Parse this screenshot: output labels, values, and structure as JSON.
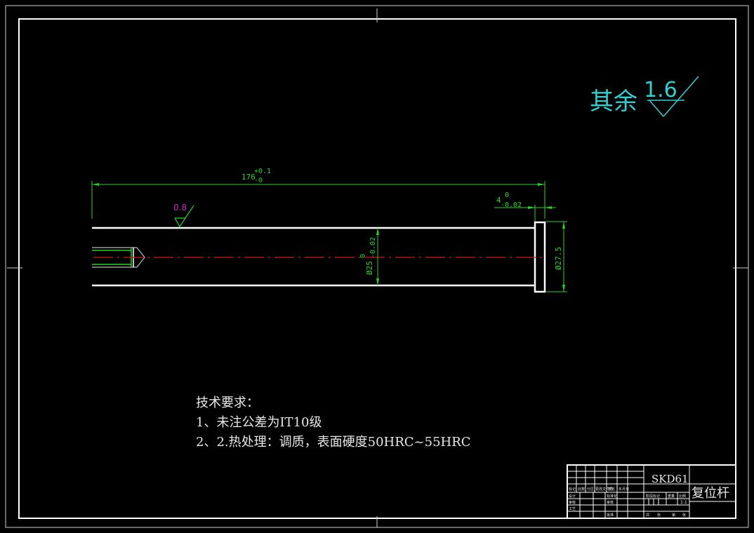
{
  "surface_note": {
    "prefix": "其余",
    "roughness": "1.6"
  },
  "dimensions": {
    "overall_length": {
      "nominal": "176",
      "upper": "+0.1",
      "lower": "-0"
    },
    "head_thickness": {
      "nominal": "4",
      "upper": "0",
      "lower": "-0.02"
    },
    "shaft_diameter": {
      "nominal": "Ø25",
      "upper": "0",
      "lower": "-0.02"
    },
    "head_diameter": {
      "nominal": "Ø27.5"
    },
    "local_roughness": "0.8"
  },
  "tech_requirements": {
    "title": "技术要求：",
    "items": [
      "1、未注公差为IT10级",
      "2、2.热处理：调质，表面硬度50HRC~55HRC"
    ]
  },
  "title_block": {
    "material": "SKD61",
    "part_name": "复位杆",
    "scale": "1:1",
    "header_row": [
      "标记",
      "处数",
      "分区",
      "更改文件号",
      "签名",
      "年月日"
    ],
    "left_rows": [
      "设计",
      "审核",
      "工艺"
    ],
    "right_rows": [
      "标准化",
      "审核",
      "批准"
    ],
    "stage_labels": [
      "阶段标记",
      "重量",
      "比例"
    ],
    "sheet_labels": [
      "共",
      "张",
      "第",
      "张"
    ]
  },
  "colors": {
    "border": "#ffffff",
    "dimension": "#25d325",
    "centerline": "#d11818",
    "note": "#2fd1d1",
    "roughness_local": "#d21fd2"
  }
}
